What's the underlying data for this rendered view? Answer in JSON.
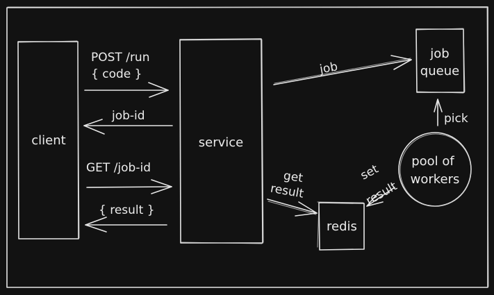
{
  "diagram": {
    "background_color": "#121212",
    "stroke_color": "#e6e6e6",
    "nodes": {
      "client": {
        "label": "client",
        "shape": "rectangle"
      },
      "service": {
        "label": "service",
        "shape": "rectangle"
      },
      "job_queue": {
        "label_line1": "job",
        "label_line2": "queue",
        "shape": "rectangle"
      },
      "pool_of_workers": {
        "label_line1": "pool of",
        "label_line2": "workers",
        "shape": "circle"
      },
      "redis": {
        "label": "redis",
        "shape": "rectangle"
      }
    },
    "edges": {
      "post_run": {
        "from": "client",
        "to": "service",
        "label_line1": "POST /run",
        "label_line2": "{ code }"
      },
      "job_id": {
        "from": "service",
        "to": "client",
        "label": "job-id"
      },
      "get_job_id": {
        "from": "client",
        "to": "service",
        "label": "GET /job-id"
      },
      "result": {
        "from": "service",
        "to": "client",
        "label": "{ result }"
      },
      "job": {
        "from": "service",
        "to": "job_queue",
        "label": "job"
      },
      "pick": {
        "from": "pool_of_workers",
        "to": "job_queue",
        "label": "pick"
      },
      "get_result": {
        "from": "service",
        "to": "redis",
        "label_line1": "get",
        "label_line2": "result"
      },
      "set_result": {
        "from": "pool_of_workers",
        "to": "redis",
        "label_line1": "set",
        "label_line2": "result"
      }
    }
  }
}
